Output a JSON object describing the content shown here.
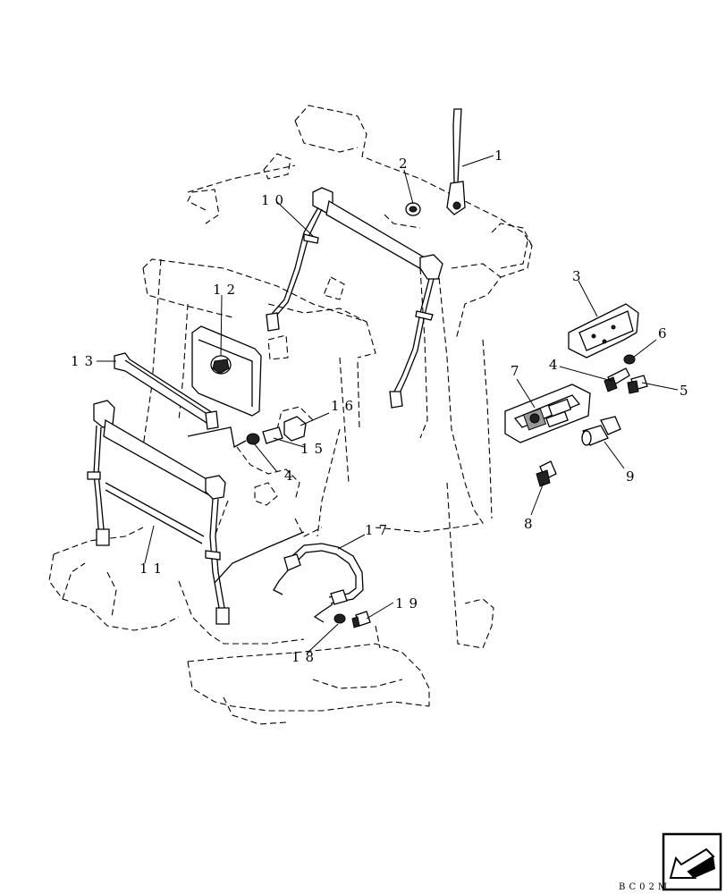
{
  "callouts": {
    "c1": "1",
    "c2": "2",
    "c3": "3",
    "c4a": "4",
    "c4b": "4",
    "c5": "5",
    "c6": "6",
    "c7": "7",
    "c8": "8",
    "c9": "9",
    "c10": "10",
    "c11": "11",
    "c12": "12",
    "c13": "13",
    "c15": "15",
    "c16": "16",
    "c17": "17",
    "c18": "18",
    "c19": "19"
  },
  "code": "BC02M",
  "icons": {
    "nav": "arrow-icon"
  }
}
